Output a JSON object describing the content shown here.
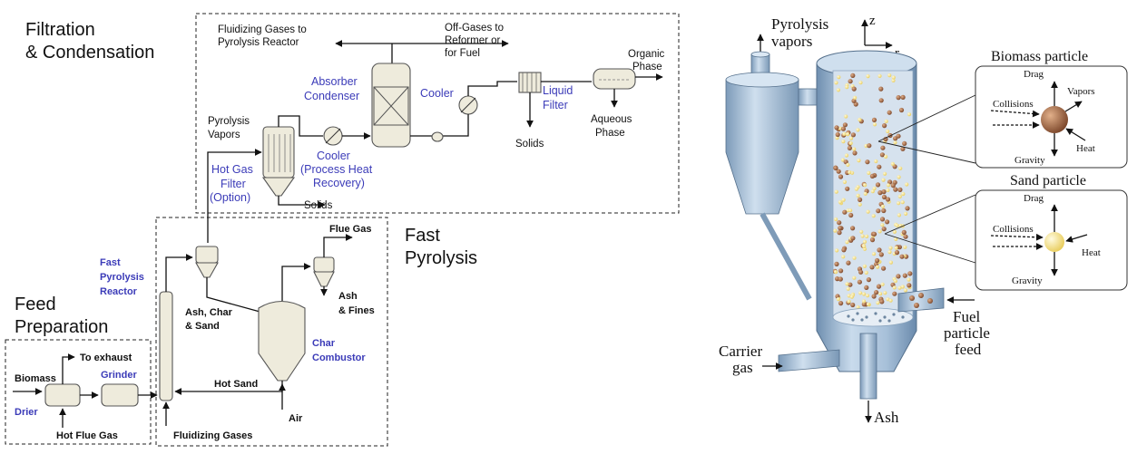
{
  "process_flow": {
    "sections": {
      "filtration_line1": "Filtration",
      "filtration_line2": "& Condensation",
      "fast_pyrolysis_line1": "Fast",
      "fast_pyrolysis_line2": "Pyrolysis",
      "feed_prep_line1": "Feed",
      "feed_prep_line2": "Preparation"
    },
    "labels": {
      "fluidizing_line1": "Fluidizing Gases to",
      "fluidizing_line2": "Pyrolysis Reactor",
      "offgases_line1": "Off-Gases to",
      "offgases_line2": "Reformer or",
      "offgases_line3": "for Fuel",
      "organic_line1": "Organic",
      "organic_line2": "Phase",
      "absorber_line1": "Absorber",
      "absorber_line2": "Condenser",
      "cooler_top": "Cooler",
      "liquid_line1": "Liquid",
      "liquid_line2": "Filter",
      "aqueous_line1": "Aqueous",
      "aqueous_line2": "Phase",
      "pyro_vapors_line1": "Pyrolysis",
      "pyro_vapors_line2": "Vapors",
      "cooler2_line1": "Cooler",
      "cooler2_line2": "(Process Heat",
      "cooler2_line3": "Recovery)",
      "solids_top": "Solids",
      "hotgas_line1": "Hot Gas",
      "hotgas_line2": "Filter",
      "hotgas_line3": "(Option)",
      "solids_bottom": "Solids",
      "flue_gas": "Flue Gas",
      "reactor_line1": "Fast",
      "reactor_line2": "Pyrolysis",
      "reactor_line3": "Reactor",
      "ash_char_line1": "Ash, Char",
      "ash_char_line2": "& Sand",
      "ash_fines_line1": "Ash",
      "ash_fines_line2": "& Fines",
      "char_combustor_line1": "Char",
      "char_combustor_line2": "Combustor",
      "hot_sand": "Hot Sand",
      "air": "Air",
      "fluidizing_gases": "Fluidizing Gases",
      "to_exhaust": "To exhaust",
      "biomass": "Biomass",
      "grinder": "Grinder",
      "drier": "Drier",
      "hot_flue_gas": "Hot Flue Gas"
    }
  },
  "reactor_schematic": {
    "pyrolysis_vapors_line1": "Pyrolysis",
    "pyrolysis_vapors_line2": "vapors",
    "axis_z": "z",
    "axis_r": "r",
    "carrier_gas_line1": "Carrier",
    "carrier_gas_line2": "gas",
    "fuel_feed_line1": "Fuel",
    "fuel_feed_line2": "particle",
    "fuel_feed_line3": "feed",
    "ash": "Ash",
    "biomass_panel": {
      "title": "Biomass particle",
      "drag": "Drag",
      "collisions": "Collisions",
      "vapors": "Vapors",
      "heat": "Heat",
      "gravity": "Gravity"
    },
    "sand_panel": {
      "title": "Sand particle",
      "drag": "Drag",
      "collisions": "Collisions",
      "heat": "Heat",
      "gravity": "Gravity"
    }
  },
  "colors": {
    "equipment_fill": "#eeebdc",
    "blue_label": "#3b3bb8",
    "vessel_blue": "#9cb8d4",
    "biomass_particle": "#8b5a3c",
    "sand_particle": "#f2e08a"
  }
}
